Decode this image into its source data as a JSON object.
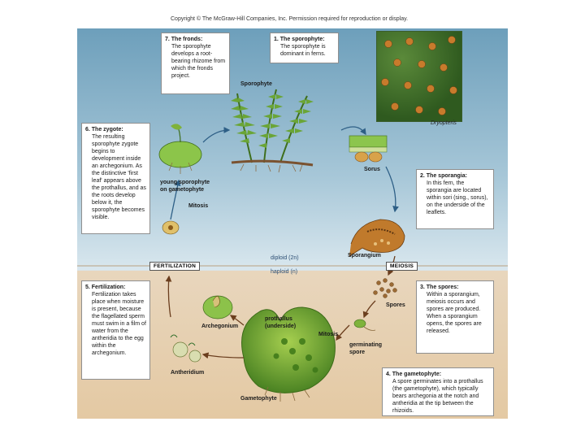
{
  "copyright": "Copyright © The McGraw-Hill Companies, Inc. Permission required for reproduction or display.",
  "photo_caption": "Dryopteris",
  "boxes": {
    "fronds": {
      "title": "7. The fronds:",
      "body": "The sporophyte develops a root-bearing rhizome from which the fronds project."
    },
    "sporophyte": {
      "title": "1. The sporophyte:",
      "body": "The sporophyte is dominant in ferns."
    },
    "zygote": {
      "title": "6. The zygote:",
      "body": "The resulting sporophyte zygote begins to development inside an archegonium. As the distinctive 'first leaf' appears above the prothallus, and as the roots develop below it, the sporophyte becomes visible."
    },
    "sporangia": {
      "title": "2. The sporangia:",
      "body": "In this fern, the sporangia are located within sori (sing., sorus), on the underside of the leaflets."
    },
    "fertilization": {
      "title": "5. Fertilization:",
      "body": "Fertilization takes place when moisture is present, because the flagellated sperm must swim in a film of water from the antheridia to the egg within the archegonium."
    },
    "spores": {
      "title": "3. The spores:",
      "body": "Within a sporangium, meiosis occurs and spores are produced. When a sporangium opens, the spores are released."
    },
    "gametophyte": {
      "title": "4. The gametophyte:",
      "body": "A spore germinates into a prothallus (the gametophyte), which typically bears archegonia at the notch and antheridia at the tip between the rhizoids."
    }
  },
  "labels": {
    "sporophyte": "Sporophyte",
    "sorus": "Sorus",
    "young_sporophyte": "young sporophyte on gametophyte",
    "mitosis_top": "Mitosis",
    "sporangium": "Sporangium",
    "archegonium": "Archegonium",
    "prothallus": "prothallus (underside)",
    "mitosis_bottom": "Mitosis",
    "spores": "Spores",
    "germinating_spore": "germinating spore",
    "antheridium": "Antheridium",
    "gametophyte": "Gametophyte"
  },
  "stage_tags": {
    "fertilization": "FERTILIZATION",
    "meiosis": "MEIOSIS"
  },
  "ploidy": {
    "diploid": "diploid (2n)",
    "haploid": "haploid (n)"
  }
}
